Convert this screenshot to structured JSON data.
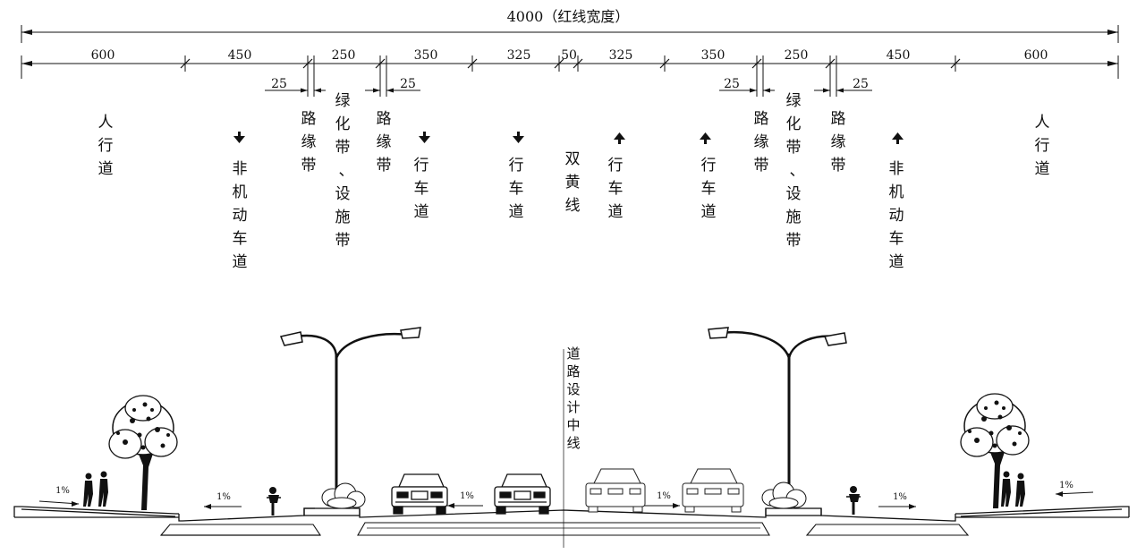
{
  "title": "4000（红线宽度）",
  "dimensions": {
    "sidewalk_left": "600",
    "bike_left": "450",
    "edge_left_outer": "25",
    "green_left": "250",
    "edge_left_inner": "25",
    "lane_left_outer": "350",
    "lane_left_inner": "325",
    "center": "50",
    "lane_right_inner": "325",
    "lane_right_outer": "350",
    "edge_right_inner": "25",
    "green_right": "250",
    "edge_right_outer": "25",
    "bike_right": "450",
    "sidewalk_right": "600"
  },
  "labels": {
    "sidewalk_left": "人行道",
    "bike_left": "非机动车道",
    "edge_left_outer": "路缘带",
    "green_left": "绿化带、设施带",
    "edge_left_inner": "路缘带",
    "lane_left_outer": "行车道",
    "lane_left_inner": "行车道",
    "center": "双黄线",
    "lane_right_inner": "行车道",
    "lane_right_outer": "行车道",
    "edge_right_inner": "路缘带",
    "green_right": "绿化带、设施带",
    "edge_right_outer": "路缘带",
    "bike_right": "非机动车道",
    "sidewalk_right": "人行道"
  },
  "centerline_label": "道路设计中线",
  "slopes": {
    "sidewalk_left": "1%",
    "bike_left": "1%",
    "road_left": "1%",
    "road_right": "1%",
    "bike_right": "1%",
    "sidewalk_right": "1%"
  },
  "directions": {
    "bike_left": "down",
    "lane_left_outer": "down",
    "lane_left_inner": "down",
    "lane_right_inner": "up",
    "lane_right_outer": "up",
    "bike_right": "up"
  }
}
